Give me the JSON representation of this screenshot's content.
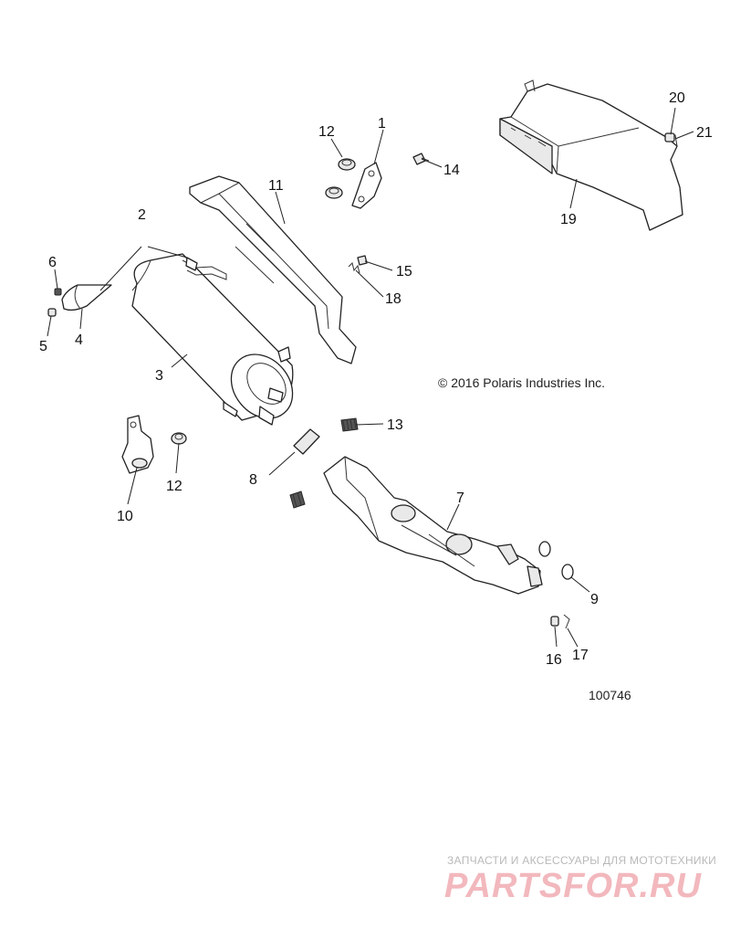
{
  "labels": {
    "l1": "1",
    "l2": "2",
    "l3": "3",
    "l4": "4",
    "l5": "5",
    "l6": "6",
    "l7": "7",
    "l8": "8",
    "l9": "9",
    "l10": "10",
    "l11": "11",
    "l12a": "12",
    "l12b": "12",
    "l13": "13",
    "l14": "14",
    "l15": "15",
    "l16": "16",
    "l17": "17",
    "l18": "18",
    "l19": "19",
    "l20": "20",
    "l21": "21"
  },
  "copyright": "© 2016 Polaris Industries Inc.",
  "figure_number": "100746",
  "watermark": {
    "tagline": "ЗАПЧАСТИ И АКСЕССУАРЫ ДЛЯ МОТОТЕХНИКИ",
    "logo": "PARTSFOR.RU"
  }
}
